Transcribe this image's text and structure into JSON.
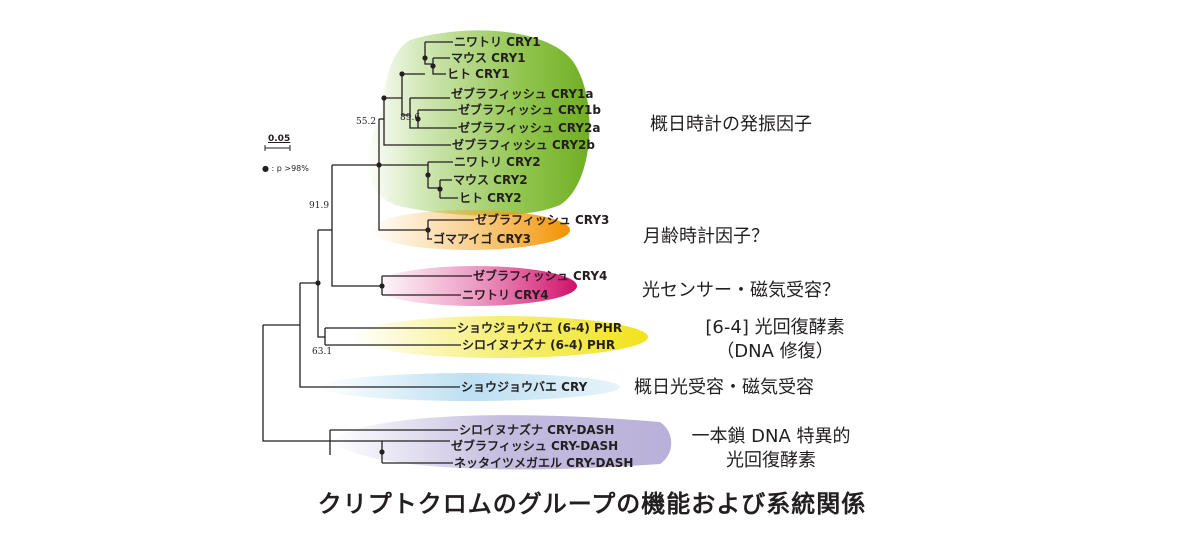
{
  "scale_bar": "0.05",
  "legend": "● : p >98%",
  "bootstrap": {
    "b552": "55.2",
    "b896": "89.6",
    "b919": "91.9",
    "b631": "63.1"
  },
  "leaves": [
    "ニワトリ CRY1",
    "マウス CRY1",
    "ヒト CRY1",
    "ゼブラフィッシュ CRY1a",
    "ゼブラフィッシュ CRY1b",
    "ゼブラフィッシュ CRY2a",
    "ゼブラフィッシュ CRY2b",
    "ニワトリ CRY2",
    "マウス CRY2",
    "ヒト CRY2",
    "ゼブラフィッシュ CRY3",
    "ゴマアイゴ CRY3",
    "ゼブラフィッシュ CRY4",
    "ニワトリ CRY4",
    "ショウジョウバエ (6-4) PHR",
    "シロイヌナズナ (6-4) PHR",
    "ショウジョウバエ CRY",
    "シロイヌナズナ CRY-DASH",
    "ゼブラフィッシュ CRY-DASH",
    "ネッタイツメガエル CRY-DASH"
  ],
  "functions": {
    "oscillator": "概日時計の発振因子",
    "lunar": "月齢時計因子？",
    "photosensor": "光センサー・磁気受容？",
    "phr64_line1": "[6-4] 光回復酵素",
    "phr64_line2": "（DNA 修復）",
    "circadian_photo": "概日光受容・磁気受容",
    "ssdna_line1": "一本鎖 DNA 特異的",
    "ssdna_line2": "光回復酵素"
  },
  "title": "クリプトクロムのグループの機能および系統関係",
  "colors": {
    "green": "#7dbb2f",
    "orange": "#f5a322",
    "magenta": "#d6237a",
    "yellow": "#f0e41e",
    "blue": "#86c5e8",
    "purple": "#8a7cc0"
  }
}
